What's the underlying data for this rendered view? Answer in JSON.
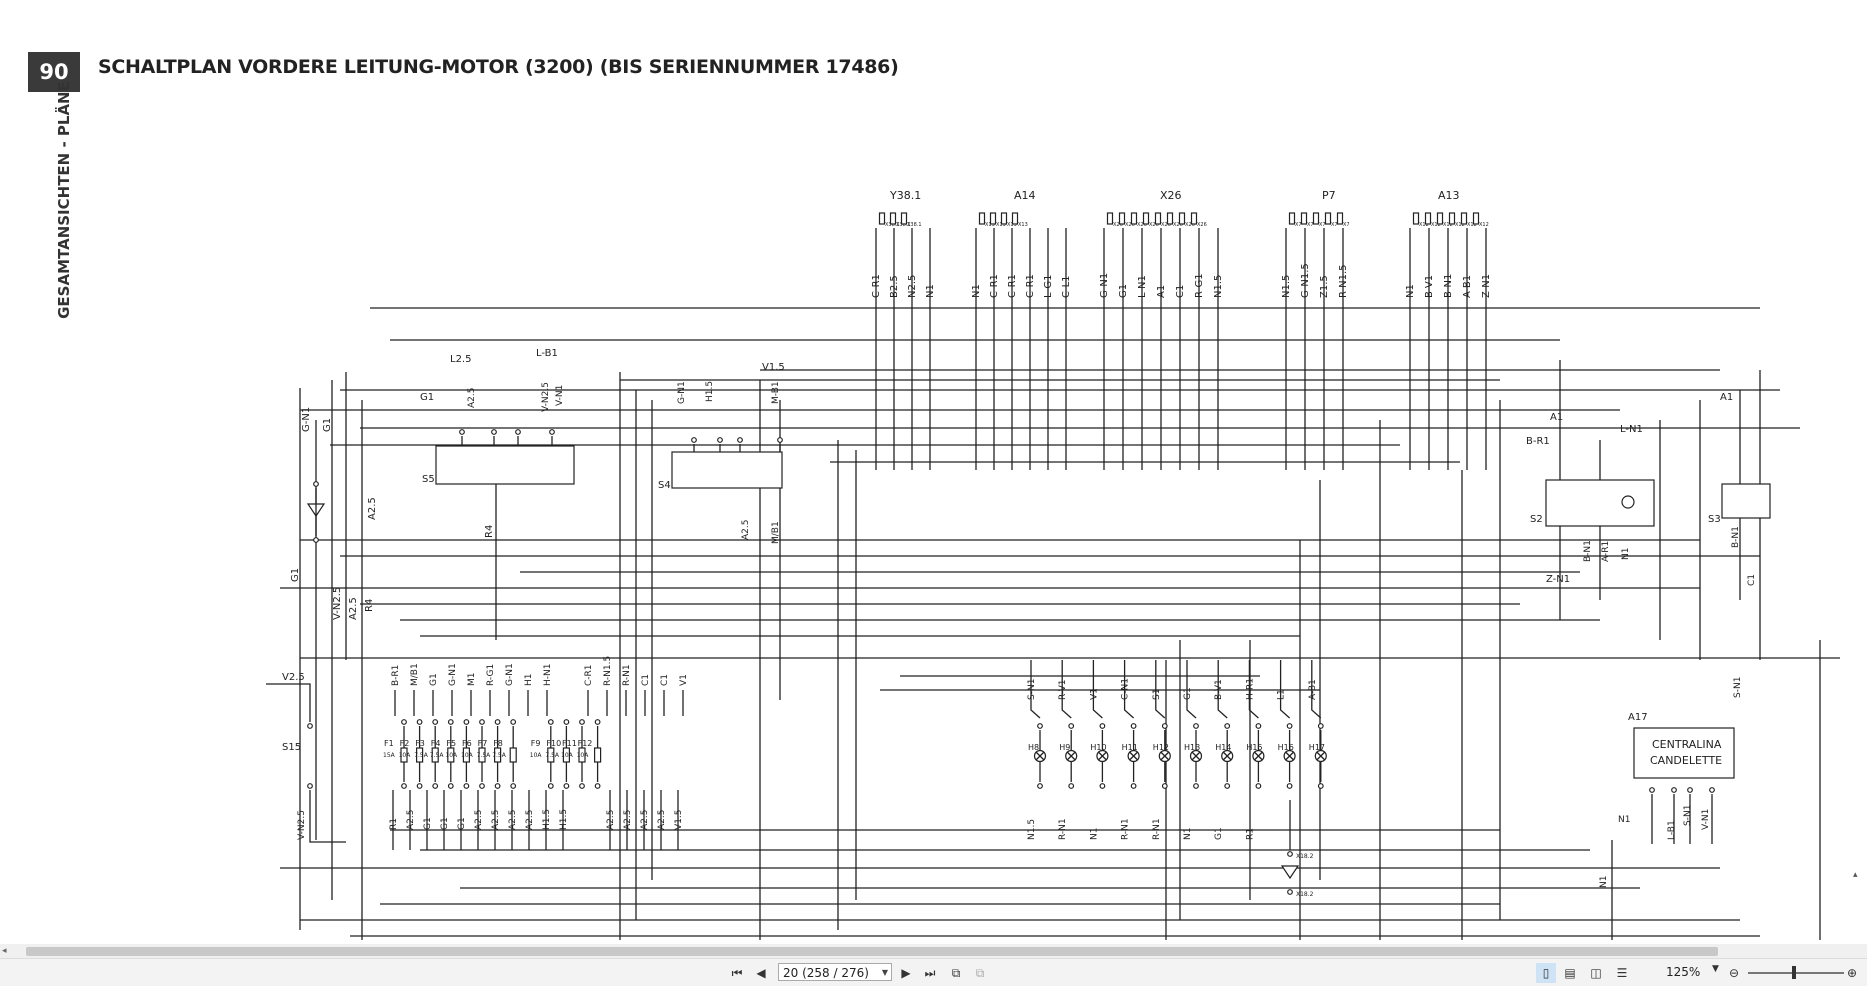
{
  "document": {
    "page_number": "90",
    "title": "SCHALTPLAN VORDERE LEITUNG-MOTOR (3200) (BIS SERIENNUMMER 17486)",
    "side_label": "GESAMTANSICHTEN - PLÄNE"
  },
  "schematic": {
    "top_connectors": [
      {
        "name": "Y38.1",
        "pins": [
          "1",
          "2",
          "3"
        ],
        "ports": [
          "X38.1",
          "X38.1",
          "X38.1"
        ],
        "wires": [
          "C-R1",
          "B2.5",
          "N2.5",
          "N1"
        ]
      },
      {
        "name": "A14",
        "pins": [
          "1",
          "2",
          "3",
          "4"
        ],
        "ports": [
          "X13",
          "X13",
          "X13",
          "X13"
        ],
        "wires": [
          "N1",
          "C-R1",
          "C-R1",
          "C-R1",
          "L-G1",
          "C-L1"
        ]
      },
      {
        "name": "X26",
        "pins": [
          "1",
          "2",
          "3",
          "4",
          "5",
          "6",
          "7",
          "8"
        ],
        "ports": [
          "X26",
          "X26",
          "X26",
          "X26",
          "X26",
          "X26",
          "X26",
          "X26"
        ],
        "wires": [
          "G-N1",
          "G1",
          "L-N1",
          "A1",
          "C1",
          "R-G1",
          "N1.5"
        ]
      },
      {
        "name": "P7",
        "pins": [
          "1",
          "2",
          "3",
          "4",
          "5"
        ],
        "ports": [
          "X7",
          "X7",
          "X7",
          "X7",
          "X7"
        ],
        "wires": [
          "N1.5",
          "G-N1.5",
          "Z1.5",
          "R-N1.5"
        ]
      },
      {
        "name": "A13",
        "pins": [
          "1",
          "2",
          "3",
          "4",
          "5",
          "6"
        ],
        "ports": [
          "X12",
          "X12",
          "X12",
          "X12",
          "X12",
          "X12"
        ],
        "wires": [
          "N1",
          "B-V1",
          "B-N1",
          "A-B1",
          "Z-N1"
        ]
      }
    ],
    "switches": [
      {
        "name": "S5",
        "wires": [
          "L2.5",
          "L-B1",
          "G1",
          "A2.5",
          "V-N2.5",
          "V-N1",
          "R4"
        ]
      },
      {
        "name": "S4",
        "wires": [
          "G-N1",
          "H1.5",
          "V1.5",
          "M-B1",
          "A2.5",
          "M/B1"
        ]
      },
      {
        "name": "S2",
        "wires": [
          "B-R1",
          "A1",
          "L-N1",
          "B-N1",
          "A-R1",
          "N1",
          "Z-N1"
        ]
      },
      {
        "name": "S3",
        "wires": [
          "A1",
          "B-N1",
          "C1"
        ]
      },
      {
        "name": "S15",
        "wires": [
          "V2.5",
          "V-N2.5"
        ]
      }
    ],
    "left_wires": [
      "G-N1",
      "G1",
      "A2.5",
      "V-N2.5",
      "A2.5",
      "R4",
      "G1"
    ],
    "fuses": [
      {
        "name": "F1",
        "rating": "15A"
      },
      {
        "name": "F2",
        "rating": "10A"
      },
      {
        "name": "F3",
        "rating": "7.5A"
      },
      {
        "name": "F4",
        "rating": "7.5A"
      },
      {
        "name": "F5",
        "rating": "10A"
      },
      {
        "name": "F6",
        "rating": "10A"
      },
      {
        "name": "F7",
        "rating": "7.5A"
      },
      {
        "name": "F8",
        "rating": "7.5A"
      },
      {
        "name": "F9",
        "rating": "10A"
      },
      {
        "name": "F10",
        "rating": "7.5A"
      },
      {
        "name": "F11",
        "rating": "10A"
      },
      {
        "name": "F12",
        "rating": "10A"
      }
    ],
    "fuse_wires_top": [
      "B-R1",
      "M/B1",
      "G1",
      "G-N1",
      "M1",
      "R-G1",
      "G-N1",
      "H1",
      "H-N1",
      "C-R1",
      "R-N1.5",
      "R-N1",
      "C1",
      "C1",
      "V1"
    ],
    "fuse_wires_bottom": [
      "R1",
      "A2.5",
      "G1",
      "G1",
      "G1",
      "A2.5",
      "A2.5",
      "A2.5",
      "A2.5",
      "H1.5",
      "H1.5",
      "A2.5",
      "A2.5",
      "A2.5",
      "A2.5",
      "V1.5"
    ],
    "lamps": [
      {
        "name": "H8",
        "top": "S-N1",
        "bottom": "N1.5"
      },
      {
        "name": "H9",
        "top": "R-V1",
        "bottom": "R-N1"
      },
      {
        "name": "H10",
        "top": "V1",
        "bottom": "N1"
      },
      {
        "name": "H11",
        "top": "C-N1",
        "bottom": "R-N1"
      },
      {
        "name": "H12",
        "top": "S1",
        "bottom": "R-N1"
      },
      {
        "name": "H13",
        "top": "G1",
        "bottom": "N1"
      },
      {
        "name": "H14",
        "top": "B-V1",
        "bottom": "G1"
      },
      {
        "name": "H15",
        "top": "H-R1",
        "bottom": "R1"
      },
      {
        "name": "H16",
        "top": "L1",
        "bottom": ""
      },
      {
        "name": "H17",
        "top": "A-B1",
        "bottom": ""
      }
    ],
    "diode_connector": "X18.2",
    "control_unit": {
      "ref": "A17",
      "label_line1": "CENTRALINA",
      "label_line2": "CANDELETTE",
      "wires": [
        "N1",
        "L-B1",
        "S-N1",
        "V-N1",
        "S-N1",
        "N1"
      ]
    }
  },
  "toolbar": {
    "first_page": "first-page",
    "prev_page": "prev-page",
    "page_field": "20 (258 / 276)",
    "next_page": "next-page",
    "last_page": "last-page",
    "zoom": "125%"
  }
}
